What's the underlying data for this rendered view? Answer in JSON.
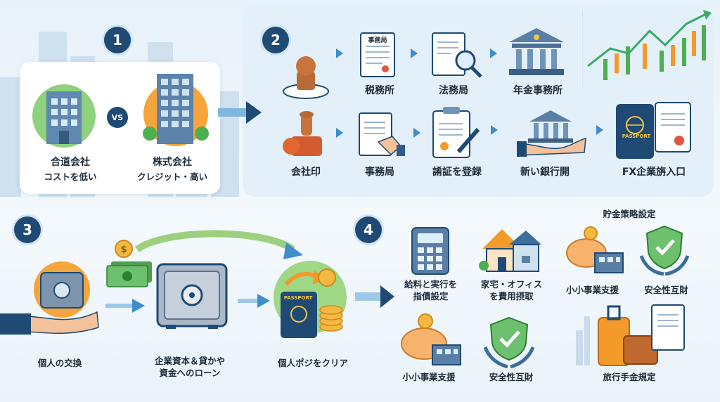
{
  "steps": {
    "s1": "1",
    "s2": "2",
    "s3": "3",
    "s4": "4"
  },
  "step1": {
    "vs": "VS",
    "left_title": "合道会社",
    "left_sub": "コストを低い",
    "right_title": "株式会社",
    "right_sub": "クレジット・高い"
  },
  "step2": {
    "row1": [
      "税務所",
      "法務局",
      "年金事務所"
    ],
    "row2": [
      "会社印",
      "事務局",
      "誵証を登録",
      "新い銀行開",
      "FX企業旃入口"
    ],
    "doc_label": "事務局",
    "passport_label": "PASSPORT"
  },
  "step3": {
    "items": [
      "個人の交換",
      "企業資本＆貸かや",
      "資金へのローン",
      "個人ポジをクリア"
    ],
    "passport_label": "PASSPORT"
  },
  "step4": {
    "heading": "貯金策略設定",
    "items": [
      "給料と実行を",
      "指債設定",
      "家宅・オフィス",
      "を費用摂取",
      "小小事業支援",
      "安全性互財",
      "小小事業支援",
      "安全性互財",
      "旅行手金規定"
    ]
  },
  "colors": {
    "navy": "#1e4a73",
    "accent": "#3f8ec7",
    "green": "#4caf50",
    "orange": "#f39a2b"
  }
}
